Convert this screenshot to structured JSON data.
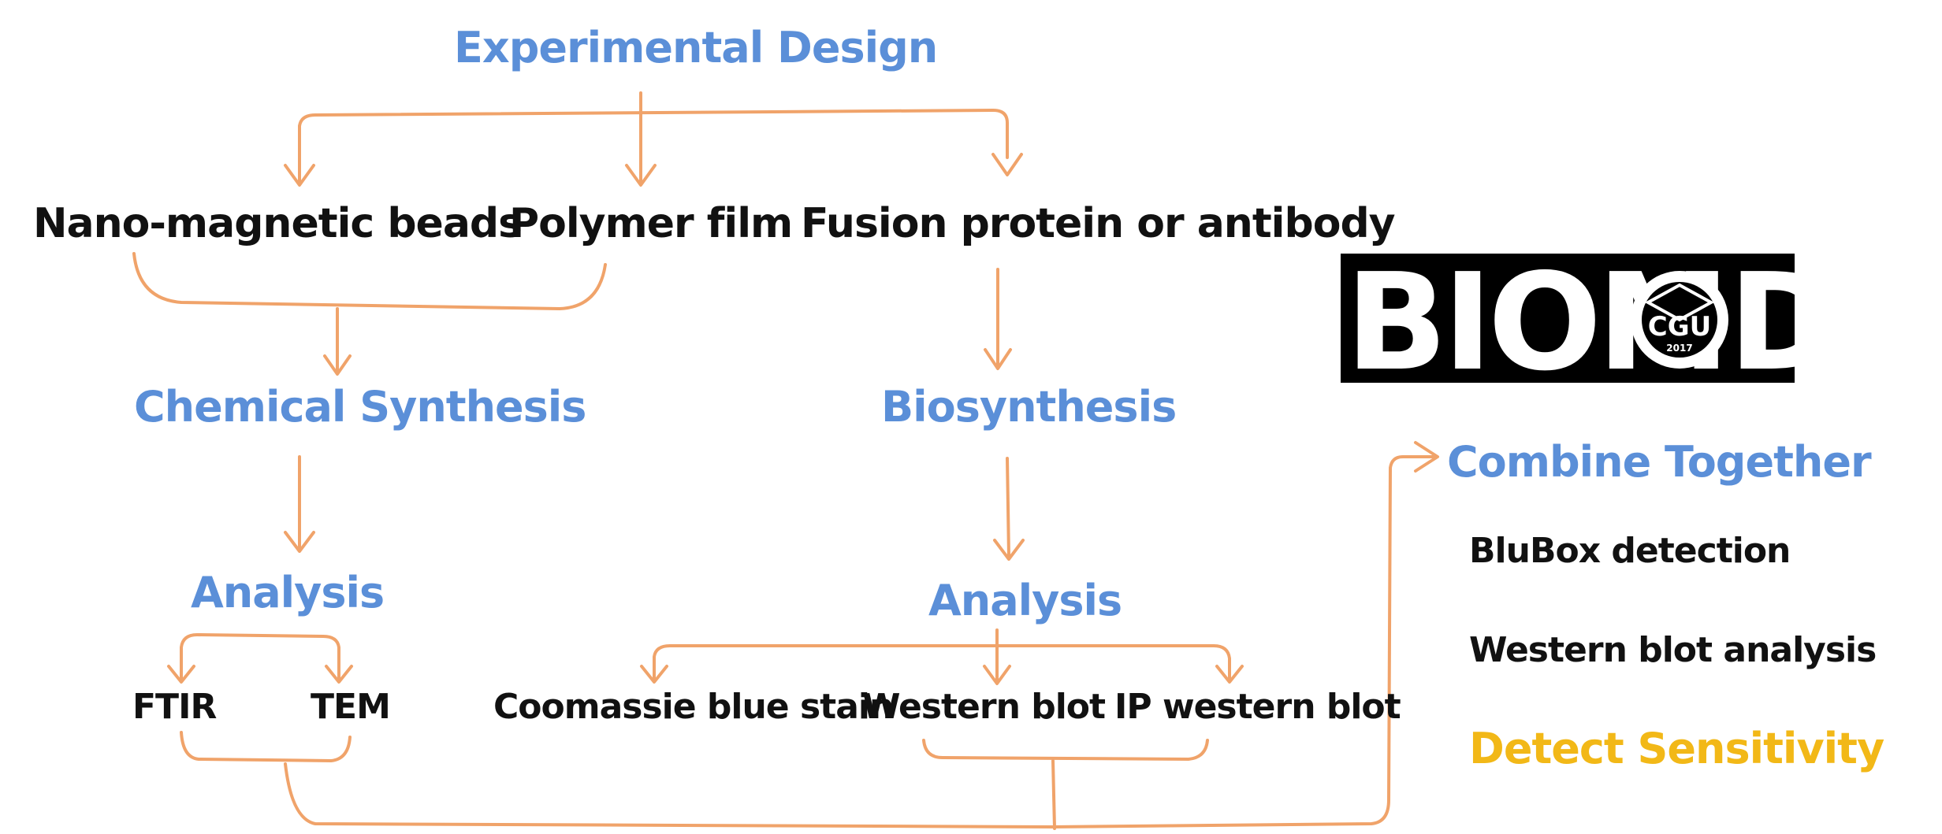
{
  "diagram": {
    "title": "Experimental  Design",
    "materials": {
      "nano_beads": "Nano-magnetic beads",
      "polymer_film": "Polymer film",
      "fusion_protein": "Fusion protein or antibody"
    },
    "chemical_synthesis": "Chemical Synthesis",
    "biosynthesis": "Biosynthesis",
    "analysis_left": "Analysis",
    "analysis_right": "Analysis",
    "left_methods": [
      "FTIR",
      "TEM"
    ],
    "right_methods": [
      "Coomassie blue stain",
      "Western blot",
      "IP western blot"
    ],
    "combine": {
      "title": "Combine Together",
      "items": [
        "BluBox detection",
        "Western blot analysis"
      ],
      "highlight": "Detect Sensitivity"
    },
    "logo": {
      "text": "BIOMOD",
      "emblem": "CGU",
      "year": "2017"
    }
  },
  "colors": {
    "heading": "#5b8fd8",
    "arrow": "#f0a36a",
    "text": "#111111",
    "highlight": "#f2b817"
  }
}
